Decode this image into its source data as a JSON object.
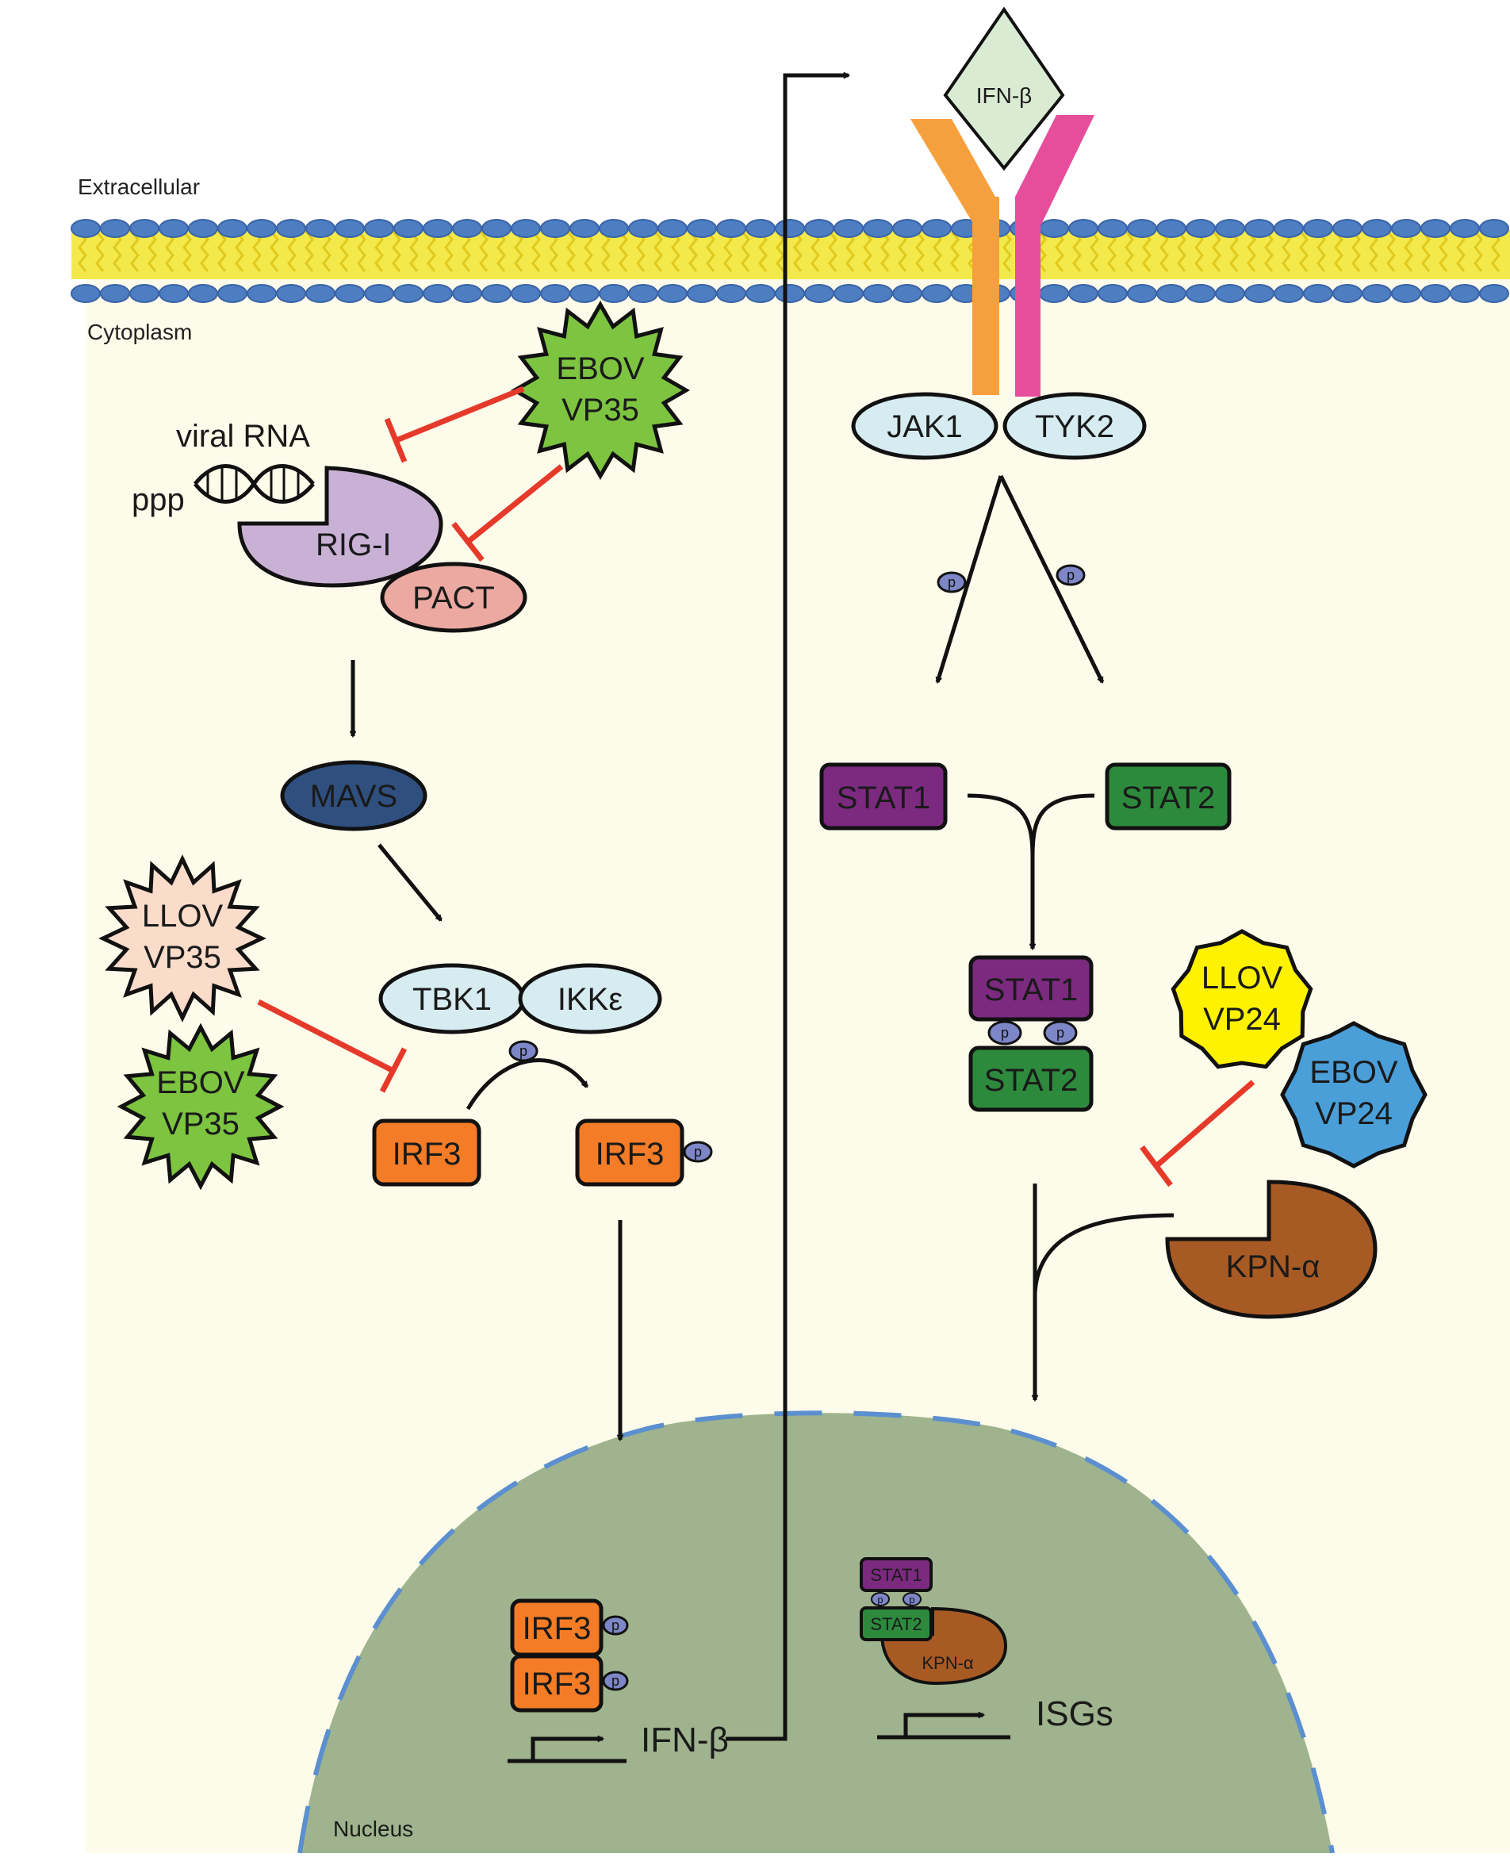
{
  "regions": {
    "extracellular": "Extracellular",
    "cytoplasm": "Cytoplasm",
    "nucleus": "Nucleus"
  },
  "molecules": {
    "ifn_beta_ligand": "IFN-β",
    "jak1": "JAK1",
    "tyk2": "TYK2",
    "viral_rna": "viral RNA",
    "ppp": "ppp",
    "rig_i": "RIG-I",
    "pact": "PACT",
    "mavs": "MAVS",
    "tbk1": "TBK1",
    "ikke": "IKKε",
    "irf3": "IRF3",
    "stat1": "STAT1",
    "stat2": "STAT2",
    "kpn_alpha": "KPN-α",
    "phospho": "p",
    "ifn_beta_gene": "IFN-β",
    "isgs": "ISGs"
  },
  "viral_proteins": {
    "ebov_vp35_top": [
      "EBOV",
      "VP35"
    ],
    "llov_vp35": [
      "LLOV",
      "VP35"
    ],
    "ebov_vp35_bottom": [
      "EBOV",
      "VP35"
    ],
    "llov_vp24": [
      "LLOV",
      "VP24"
    ],
    "ebov_vp24": [
      "EBOV",
      "VP24"
    ]
  },
  "colors": {
    "cytoplasm": "#fdfbea",
    "nucleus": "#9fb48e",
    "membrane_head": "#4d7ec2",
    "membrane_tail": "#f3e94a",
    "ebov_vp35": "#7dc440",
    "llov_vp35": "#fbdccb",
    "llov_vp24": "#fff200",
    "ebov_vp24": "#4a9fd8",
    "rig_i": "#c9b1d6",
    "pact": "#eca9a2",
    "mavs": "#2f4f7f",
    "light_blue_protein": "#d6ecf1",
    "irf3": "#f47c26",
    "stat1": "#7b2a7f",
    "stat2": "#2d8a3d",
    "kpn_alpha": "#a85a25",
    "receptor_orange": "#f6a03d",
    "receptor_pink": "#e64e9c",
    "ifn_ligand": "#d9ecd3",
    "phospho": "#7d87c7",
    "inhibition": "#e53a2a"
  }
}
